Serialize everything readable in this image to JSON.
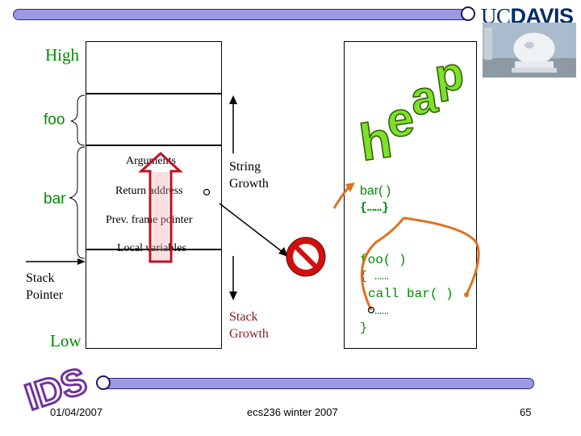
{
  "header": {
    "logo_uc": "UC",
    "logo_davis": "DAVIS"
  },
  "stack": {
    "high_label": "High",
    "low_label": "Low",
    "foo_label": "foo",
    "bar_label": "bar",
    "arguments": "Arguments",
    "return_address": "Return address",
    "prev_frame_pointer": "Prev. frame pointer",
    "local_variables": "Local variables",
    "stack_pointer_line1": "Stack",
    "stack_pointer_line2": "Pointer",
    "string_growth_line1": "String",
    "string_growth_line2": "Growth",
    "stack_growth_line1": "Stack",
    "stack_growth_line2": "Growth"
  },
  "heap": {
    "title": "heap",
    "bar_code_line1": "bar( )",
    "bar_code_line2": "{……}",
    "foo_code_line1": "foo( )",
    "foo_code_line2": "{ ……",
    "foo_code_line3": "call bar( )",
    "foo_code_line4": "……",
    "foo_code_line5": "}"
  },
  "decor": {
    "ids_text": "IDS"
  },
  "footer": {
    "date": "01/04/2007",
    "course": "ecs236 winter 2007",
    "page": "65"
  },
  "colors": {
    "orange": "#e07020",
    "green": "#008a00",
    "maroon": "#8b1a1a",
    "navy_bar": "#9a9ae6",
    "ids_purple": "#7030a0"
  }
}
